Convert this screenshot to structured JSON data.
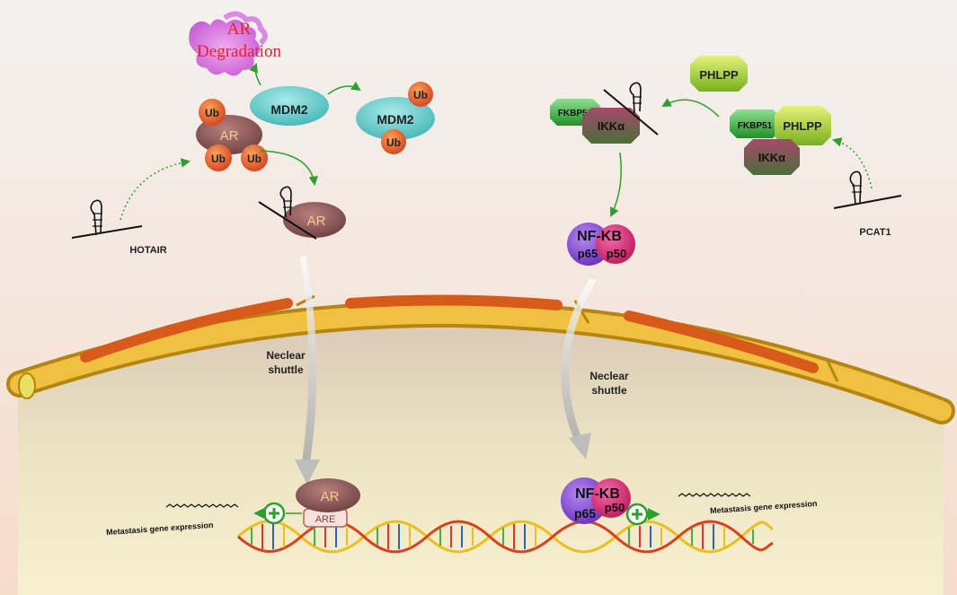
{
  "labels": {
    "ar_degradation_line1": "AR",
    "ar_degradation_line2": "Degradation",
    "ub": "Ub",
    "ar": "AR",
    "mdm2": "MDM2",
    "hotair": "HOTAIR",
    "pcat1": "PCAT1",
    "phlpp": "PHLPP",
    "fkbp51": "FKBP51",
    "ikka": "IKKα",
    "nfkb": "NF-KB",
    "p65": "p65",
    "p50": "p50",
    "nuclear_shuttle_line1": "Neclear",
    "nuclear_shuttle_line2": "shuttle",
    "are": "ARE",
    "metastasis_expression": "Metastasis gene expression"
  },
  "colors": {
    "ub": "#e8552a",
    "ar_body": "#8b5a5a",
    "mdm2": "#6fd3d3",
    "phlpp": "#b5dc3a",
    "fkbp51": "#3cb83c",
    "ikka": "#8a3f55",
    "p65": "#8a4fd6",
    "p50": "#e0307a",
    "arrow_green": "#2e9e2e",
    "membrane": "#e0a92a",
    "degradation_text": "#e8202a"
  }
}
